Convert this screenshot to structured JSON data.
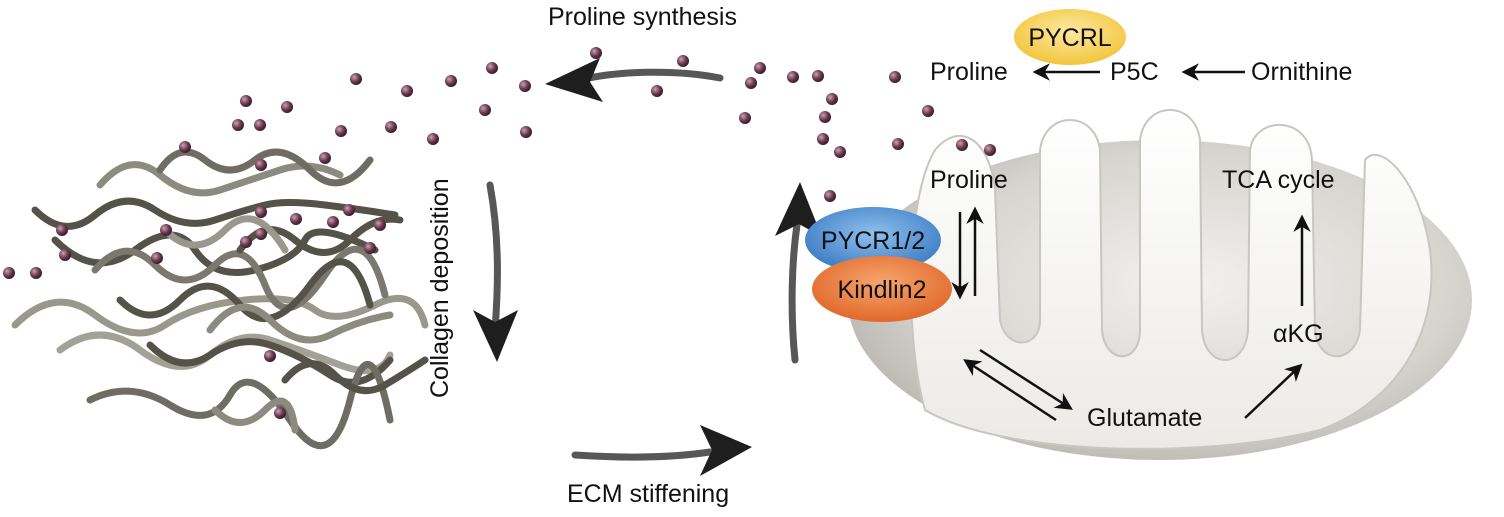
{
  "cycle": {
    "proline_synthesis": "Proline synthesis",
    "collagen_deposition": "Collagen deposition",
    "ecm_stiffening": "ECM stiffening"
  },
  "cytosol": {
    "enzyme_pycrl": "PYCRL",
    "proline": "Proline",
    "p5c": "P5C",
    "ornithine": "Ornithine"
  },
  "mitochondrion": {
    "proline": "Proline",
    "tca_cycle": "TCA cycle",
    "enzyme_pycr": "PYCR1/2",
    "enzyme_kindlin": "Kindlin2",
    "akg": "αKG",
    "glutamate": "Glutamate"
  },
  "colors": {
    "pycrl_fill": "#f7d154",
    "pycr_fill": "#4f8fd4",
    "kindlin_fill": "#e8793a",
    "dot_fill": "#6b3a4e",
    "fiber_dark": "#55524a",
    "fiber_light": "#9a978c",
    "mito_fill": "#cdcbc6"
  }
}
